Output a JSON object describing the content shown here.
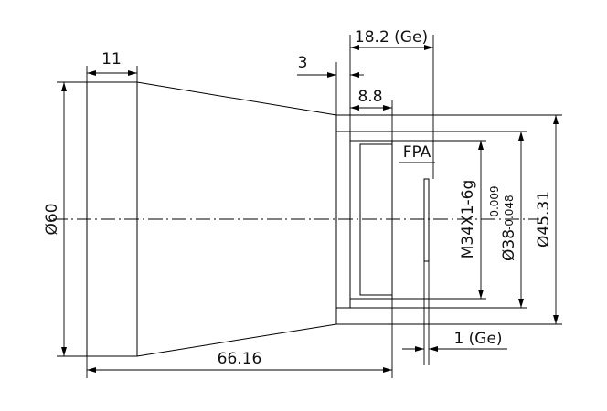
{
  "dimensions": {
    "d11": "11",
    "d3": "3",
    "d18_2": "18.2 (Ge)",
    "d8_8": "8.8",
    "d60": "Ø60",
    "d66_16": "66.16",
    "fpa": "FPA",
    "thread": "M34X1-6g",
    "d38": "Ø38",
    "d38_upper": "-0.009",
    "d38_lower": "-0.048",
    "d45_31": "Ø45.31",
    "d1ge": "1 (Ge)"
  }
}
